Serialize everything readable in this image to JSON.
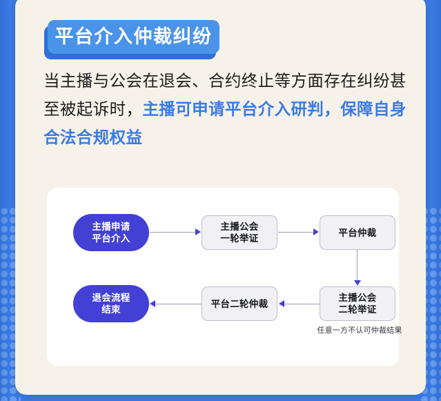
{
  "theme": {
    "backdrop_blue": "#3b7ae4",
    "dot_blue": "#6aa0f0",
    "page_cream": "#f6f2e9",
    "badge_blue": "#4a93e8",
    "badge_shadow_blue": "#2f6fd8",
    "highlight_blue": "#3b7ae4",
    "pill_indigo": "#4340d6",
    "box_gray": "#f1f1f5",
    "box_border": "#b9bcd0",
    "connector_gray": "#9a9ab4",
    "card_white": "#ffffff",
    "body_text": "#1d1d1d"
  },
  "header": {
    "badge_title": "平台介入仲裁纠纷"
  },
  "body": {
    "paragraph_plain_1": "当主播与公会在退会、合约终止等方面存在纠纷甚至被起诉时，",
    "paragraph_highlight": "主播可申请平台介入研判，保障自身合法合规权益",
    "full_text": "当主播与公会在退会、合约终止等方面存在纠纷甚至被起诉时，主播可申请平台介入研判，保障自身合法合规权益"
  },
  "flowchart": {
    "nodes": [
      {
        "id": "apply",
        "label": "主播申请\n平台介入",
        "shape": "pill",
        "row": 1,
        "col": 1
      },
      {
        "id": "round1",
        "label": "主播公会\n一轮举证",
        "shape": "box",
        "row": 1,
        "col": 2
      },
      {
        "id": "arb",
        "label": "平台仲裁",
        "shape": "box",
        "row": 1,
        "col": 3
      },
      {
        "id": "round2",
        "label": "主播公会\n二轮举证",
        "shape": "box",
        "row": 2,
        "col": 3
      },
      {
        "id": "arb2",
        "label": "平台二轮仲裁",
        "shape": "box",
        "row": 2,
        "col": 2
      },
      {
        "id": "end",
        "label": "退会流程\n结束",
        "shape": "pill",
        "row": 2,
        "col": 1
      }
    ],
    "edges": [
      {
        "from": "apply",
        "to": "round1",
        "direction": "right"
      },
      {
        "from": "round1",
        "to": "arb",
        "direction": "right"
      },
      {
        "from": "arb",
        "to": "round2",
        "direction": "down"
      },
      {
        "from": "round2",
        "to": "arb2",
        "direction": "left"
      },
      {
        "from": "arb2",
        "to": "end",
        "direction": "left"
      }
    ],
    "annotation": "任意一方不认可仲裁结果"
  }
}
